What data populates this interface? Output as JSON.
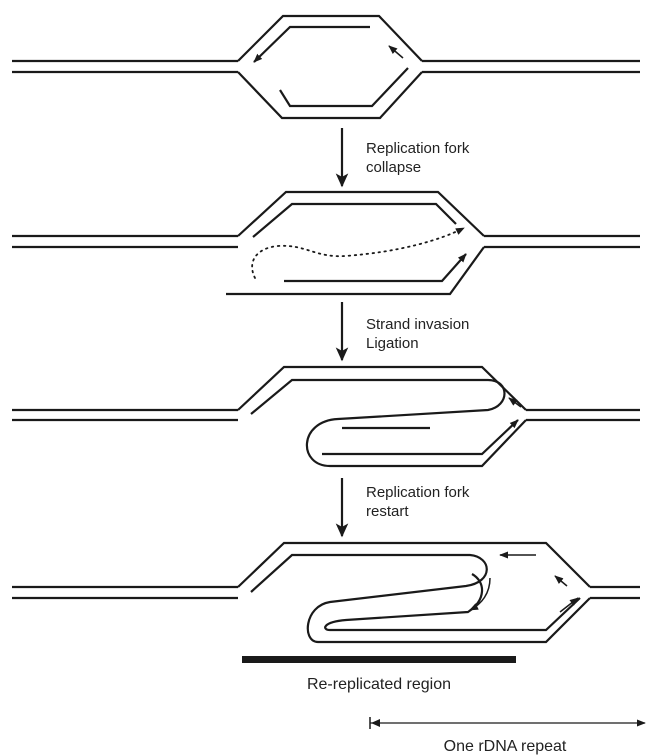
{
  "steps": [
    {
      "lines": [
        "Replication fork",
        "collapse"
      ]
    },
    {
      "lines": [
        "Strand invasion",
        "Ligation"
      ]
    },
    {
      "lines": [
        "Replication fork",
        "restart"
      ]
    }
  ],
  "region_label": "Re-replicated region",
  "repeat_label": "One rDNA repeat"
}
